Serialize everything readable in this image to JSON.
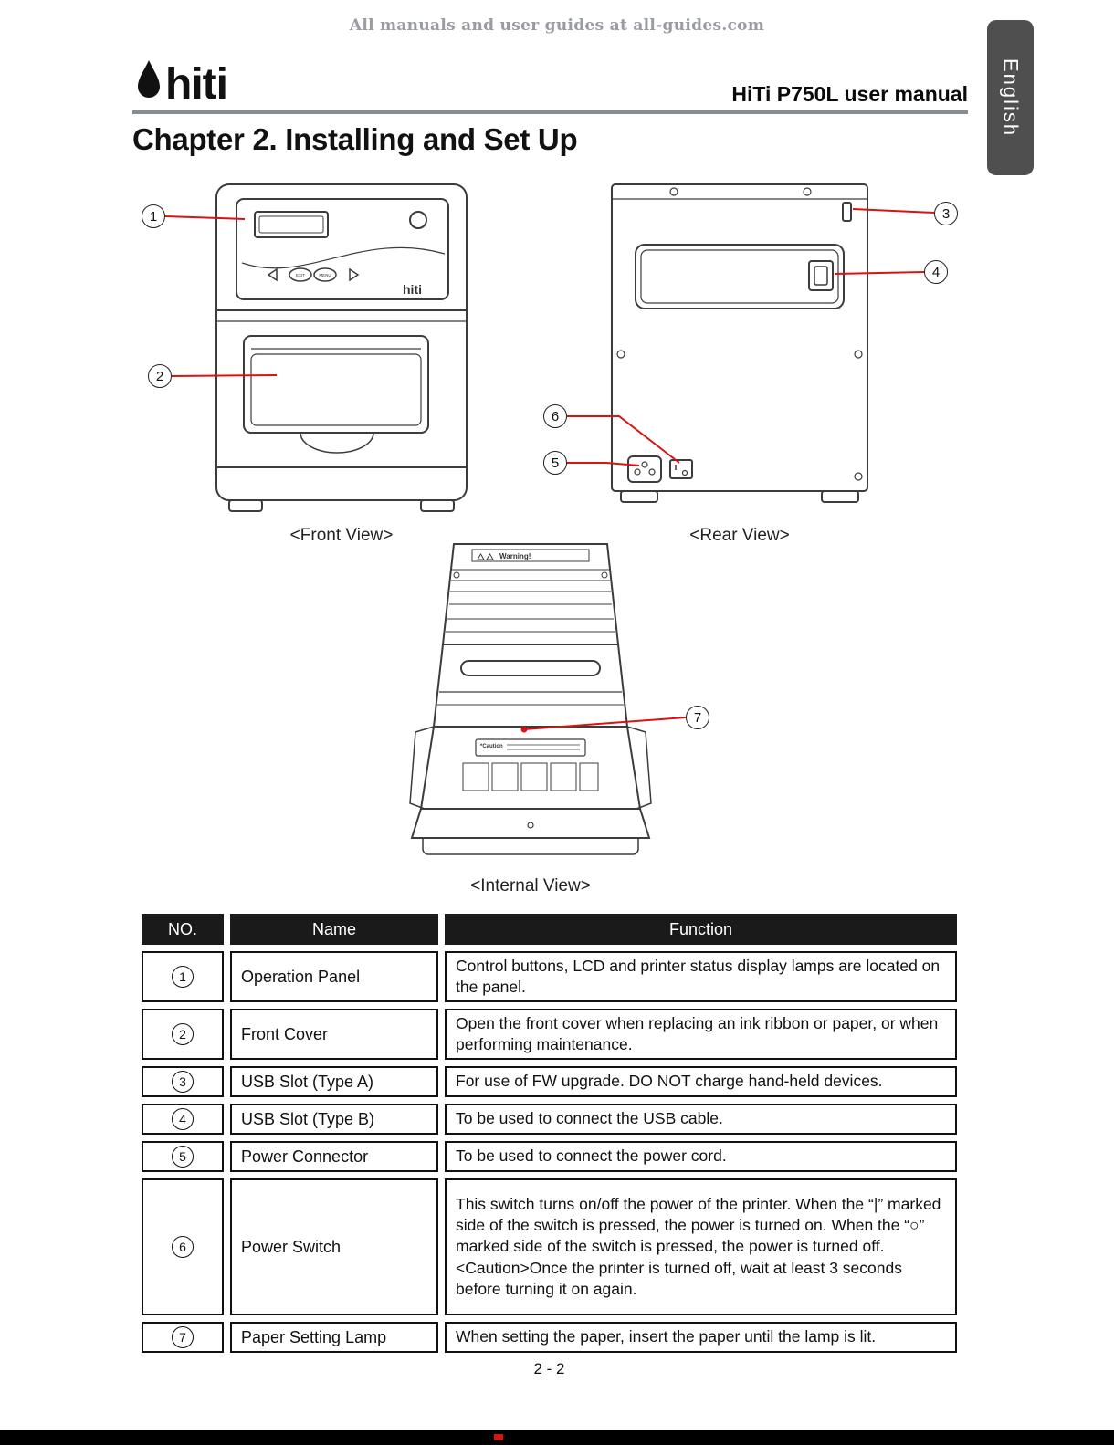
{
  "watermark": "All manuals and user guides at all-guides.com",
  "header": {
    "logo_text": "hiti",
    "manual_title": "HiTi P750L user manual",
    "language_tab": "English"
  },
  "chapter_title": "Chapter 2. Installing and Set Up",
  "figures": {
    "front_view_label": "<Front View>",
    "rear_view_label": "<Rear View>",
    "internal_view_label": "<Internal View>",
    "panel_logo": "hiti",
    "panel_buttons": [
      "EXIT",
      "MENU"
    ],
    "warning_label": "Warning!",
    "caution_label": "*Caution",
    "callouts": [
      "1",
      "2",
      "3",
      "4",
      "5",
      "6",
      "7"
    ]
  },
  "table": {
    "headers": [
      "NO.",
      "Name",
      "Function"
    ],
    "rows": [
      {
        "no": "1",
        "name": "Operation Panel",
        "function": "Control buttons, LCD and printer status display lamps are located on the panel."
      },
      {
        "no": "2",
        "name": "Front Cover",
        "function": "Open the front cover when replacing an ink ribbon or paper, or when performing maintenance."
      },
      {
        "no": "3",
        "name": "USB Slot (Type A)",
        "function": "For use of FW upgrade.  DO NOT charge hand-held devices."
      },
      {
        "no": "4",
        "name": "USB Slot (Type B)",
        "function": "To be used to connect the USB cable."
      },
      {
        "no": "5",
        "name": "Power Connector",
        "function": "To be used to connect the power cord."
      },
      {
        "no": "6",
        "name": "Power Switch",
        "function": "This switch turns on/off the power of the printer. When the “|” marked side of the switch is pressed, the power is turned on. When the “○” marked side of the switch is pressed, the power is turned off.\n<Caution>Once the printer is turned off, wait at least 3 seconds before turning it on again."
      },
      {
        "no": "7",
        "name": "Paper Setting Lamp",
        "function": "When setting the paper, insert the paper until the lamp is lit."
      }
    ]
  },
  "footer": {
    "page_number": "2 - 2"
  },
  "colors": {
    "accent_red": "#d61414",
    "table_header_bg": "#1a1a1a",
    "tab_bg": "#4f4f4f"
  }
}
